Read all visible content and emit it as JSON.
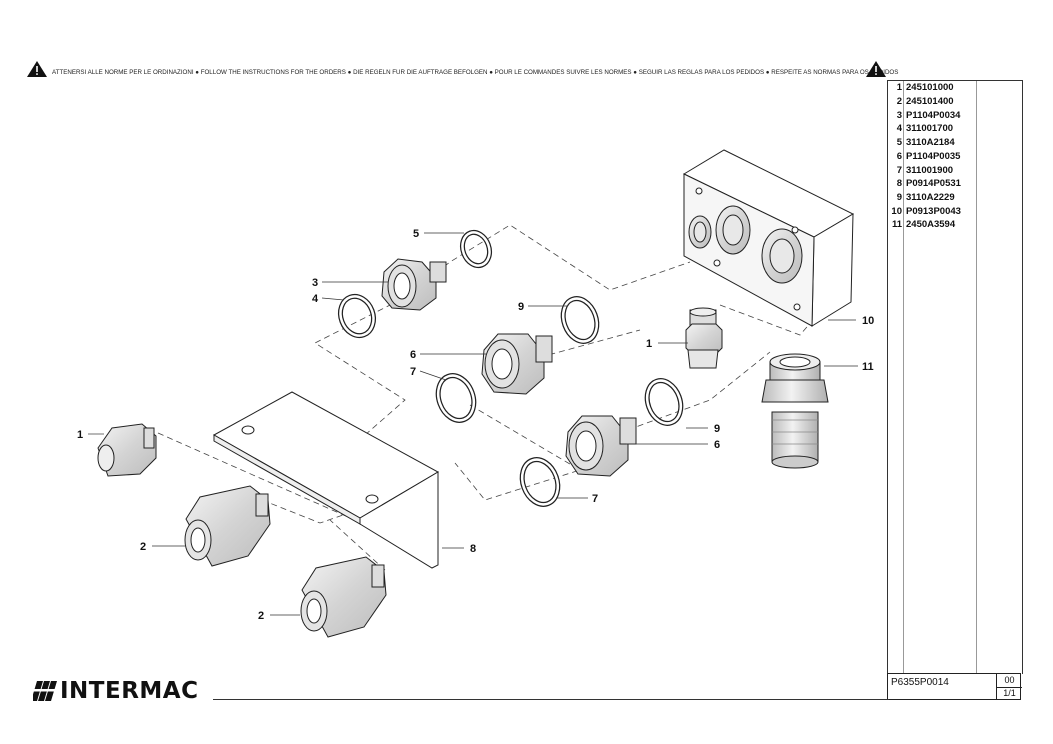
{
  "warning": {
    "text": "ATTENERSI ALLE NORME PER LE ORDINAZIONI ● FOLLOW THE INSTRUCTIONS FOR THE ORDERS ● DIE REGELN FUR DIE AUFTRAGE BEFOLGEN ● POUR LE COMMANDES SUIVRE LES NORMES ● SEGUIR LAS REGLAS PARA LOS PEDIDOS ● RESPEITE AS NORMAS PARA OS PEDIDOS",
    "icon": "warning-triangle-icon"
  },
  "parts_list": [
    {
      "num": "1",
      "code": "245101000"
    },
    {
      "num": "2",
      "code": "245101400"
    },
    {
      "num": "3",
      "code": "P1104P0034"
    },
    {
      "num": "4",
      "code": "311001700"
    },
    {
      "num": "5",
      "code": "3110A2184"
    },
    {
      "num": "6",
      "code": "P1104P0035"
    },
    {
      "num": "7",
      "code": "311001900"
    },
    {
      "num": "8",
      "code": "P0914P0531"
    },
    {
      "num": "9",
      "code": "3110A2229"
    },
    {
      "num": "10",
      "code": "P0913P0043"
    },
    {
      "num": "11",
      "code": "2450A3594"
    }
  ],
  "title_block": {
    "drawing_code": "P6355P0014",
    "revision": "00",
    "sheet": "1/1"
  },
  "logo": {
    "text": "INTERMAC",
    "icon": "intermac-stripes-icon"
  },
  "callouts": {
    "c1a": "1",
    "c1b": "1",
    "c2a": "2",
    "c2b": "2",
    "c3": "3",
    "c4": "4",
    "c5": "5",
    "c6a": "6",
    "c6b": "6",
    "c7a": "7",
    "c7b": "7",
    "c8": "8",
    "c9a": "9",
    "c9b": "9",
    "c10": "10",
    "c11": "11"
  }
}
